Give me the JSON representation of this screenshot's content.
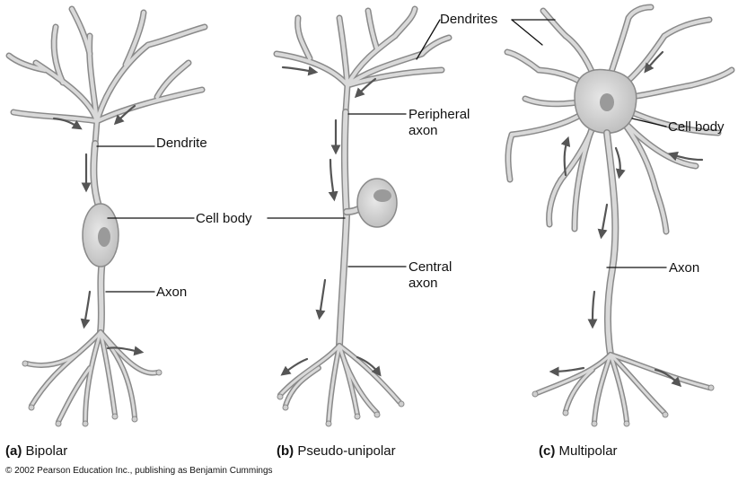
{
  "labels": {
    "dendrite": "Dendrite",
    "cell_body_a": "Cell body",
    "axon_a": "Axon",
    "dendrites": "Dendrites",
    "peripheral_axon_1": "Peripheral",
    "peripheral_axon_2": "axon",
    "central_axon_1": "Central",
    "central_axon_2": "axon",
    "cell_body_c": "Cell body",
    "axon_c": "Axon"
  },
  "captions": {
    "a_letter": "(a)",
    "a_text": "Bipolar",
    "b_letter": "(b)",
    "b_text": "Pseudo-unipolar",
    "c_letter": "(c)",
    "c_text": "Multipolar"
  },
  "copyright": "© 2002 Pearson Education Inc., publishing as Benjamin Cummings",
  "colors": {
    "neuron_fill": "#d9d9d9",
    "neuron_stroke": "#8a8a8a",
    "nucleus": "#9a9a9a",
    "leader": "#111111",
    "arrow": "#555555"
  }
}
